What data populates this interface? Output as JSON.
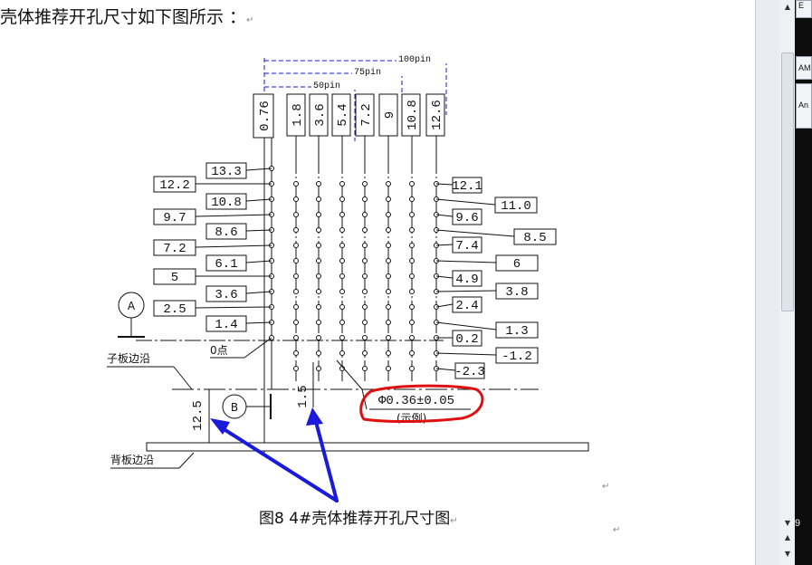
{
  "document": {
    "heading": "壳体推荐开孔尺寸如下图所示 ：",
    "paragraph_mark": "↵",
    "caption": "图8 4#壳体推荐开孔尺寸图",
    "caption_mark": "↵"
  },
  "diagram": {
    "pin_dims": [
      "100pin",
      "75pin",
      "50pin"
    ],
    "column_labels": [
      "0.76",
      "1.8",
      "3.6",
      "5.4",
      "7.2",
      "9",
      "10.8",
      "12.6"
    ],
    "left_labels": [
      "13.3",
      "12.2",
      "10.8",
      "9.7",
      "8.6",
      "7.2",
      "6.1",
      "5",
      "3.6",
      "2.5",
      "1.4"
    ],
    "right_labels": [
      "12.1",
      "11.0",
      "9.6",
      "8.5",
      "7.4",
      "6",
      "4.9",
      "3.8",
      "2.4",
      "1.3",
      "0.2",
      "-1.2",
      "-2.3"
    ],
    "datum_a": "A",
    "datum_b": "B",
    "origin_label": "0点",
    "sub_board_edge": "子板边沿",
    "back_board_edge": "背板边沿",
    "dim_12_5": "12.5",
    "dim_1_5": "1.5",
    "hole_spec": "Φ0.36±0.05",
    "hole_spec_note": "(示例)",
    "annotation_color": "#e01010",
    "arrow_color": "#1a1adc"
  },
  "window": {
    "side_tabs": [
      "E",
      "AM",
      "An"
    ],
    "side_number": "9"
  }
}
